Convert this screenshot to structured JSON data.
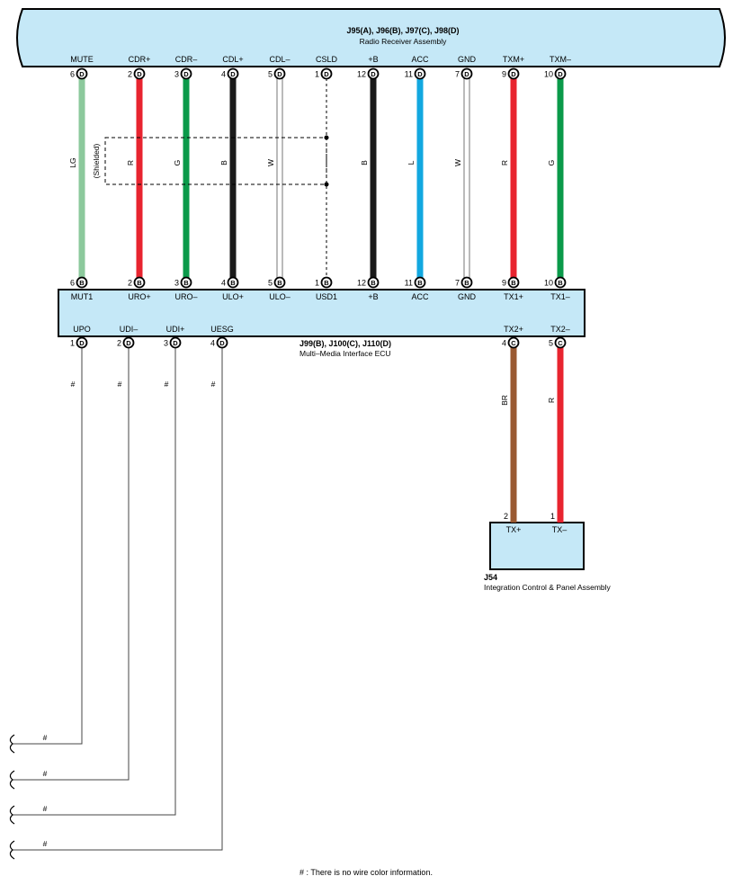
{
  "radio": {
    "connectors": "J95(A), J96(B), J97(C), J98(D)",
    "name": "Radio Receiver Assembly",
    "pins": [
      {
        "label": "MUTE",
        "num": "6",
        "conn": "D"
      },
      {
        "label": "CDR+",
        "num": "2",
        "conn": "D"
      },
      {
        "label": "CDR–",
        "num": "3",
        "conn": "D"
      },
      {
        "label": "CDL+",
        "num": "4",
        "conn": "D"
      },
      {
        "label": "CDL–",
        "num": "5",
        "conn": "D"
      },
      {
        "label": "CSLD",
        "num": "1",
        "conn": "D"
      },
      {
        "label": "+B",
        "num": "12",
        "conn": "D"
      },
      {
        "label": "ACC",
        "num": "11",
        "conn": "D"
      },
      {
        "label": "GND",
        "num": "7",
        "conn": "D"
      },
      {
        "label": "TXM+",
        "num": "9",
        "conn": "D"
      },
      {
        "label": "TXM–",
        "num": "10",
        "conn": "D"
      }
    ]
  },
  "ecu": {
    "connectors": "J99(B), J100(C), J110(D)",
    "name": "Multi–Media Interface ECU",
    "top_pins": [
      {
        "label": "MUT1",
        "num": "6",
        "conn": "B"
      },
      {
        "label": "URO+",
        "num": "2",
        "conn": "B"
      },
      {
        "label": "URO–",
        "num": "3",
        "conn": "B"
      },
      {
        "label": "ULO+",
        "num": "4",
        "conn": "B"
      },
      {
        "label": "ULO–",
        "num": "5",
        "conn": "B"
      },
      {
        "label": "USD1",
        "num": "1",
        "conn": "B"
      },
      {
        "label": "+B",
        "num": "12",
        "conn": "B"
      },
      {
        "label": "ACC",
        "num": "11",
        "conn": "B"
      },
      {
        "label": "GND",
        "num": "7",
        "conn": "B"
      },
      {
        "label": "TX1+",
        "num": "9",
        "conn": "B"
      },
      {
        "label": "TX1–",
        "num": "10",
        "conn": "B"
      }
    ],
    "bottom_pins": [
      {
        "label": "UPO",
        "num": "1",
        "conn": "D"
      },
      {
        "label": "UDI–",
        "num": "2",
        "conn": "D"
      },
      {
        "label": "UDI+",
        "num": "3",
        "conn": "D"
      },
      {
        "label": "UESG",
        "num": "4",
        "conn": "D"
      },
      {
        "label": "TX2+",
        "num": "4",
        "conn": "C"
      },
      {
        "label": "TX2–",
        "num": "5",
        "conn": "C"
      }
    ]
  },
  "wires_upper": [
    {
      "code": "LG",
      "color": "#8cc99c"
    },
    {
      "code": "R",
      "color": "#e8242f"
    },
    {
      "code": "G",
      "color": "#0a9a4a"
    },
    {
      "code": "B",
      "color": "#1a1a1a"
    },
    {
      "code": "W",
      "color": "#ffffff"
    },
    {
      "code": "",
      "color": "dashed"
    },
    {
      "code": "B",
      "color": "#1a1a1a"
    },
    {
      "code": "L",
      "color": "#12a8e0"
    },
    {
      "code": "W",
      "color": "#ffffff"
    },
    {
      "code": "R",
      "color": "#e8242f"
    },
    {
      "code": "G",
      "color": "#0a9a4a"
    }
  ],
  "shielded_label": "(Shielded)",
  "wires_lower": [
    {
      "code": "#",
      "color": "#444444"
    },
    {
      "code": "#",
      "color": "#444444"
    },
    {
      "code": "#",
      "color": "#444444"
    },
    {
      "code": "#",
      "color": "#444444"
    },
    {
      "code": "BR",
      "color": "#9a5a32"
    },
    {
      "code": "R",
      "color": "#e8242f"
    }
  ],
  "panel": {
    "connector": "J54",
    "name": "Integration Control & Panel Assembly",
    "pins": [
      {
        "label": "TX+",
        "num": "2"
      },
      {
        "label": "TX–",
        "num": "1"
      }
    ]
  },
  "break_marks": [
    "#",
    "#",
    "#",
    "#"
  ],
  "footnote": "# : There is no wire color information.",
  "colors": {
    "component_fill": "#c5e8f7",
    "outline": "#000000"
  }
}
